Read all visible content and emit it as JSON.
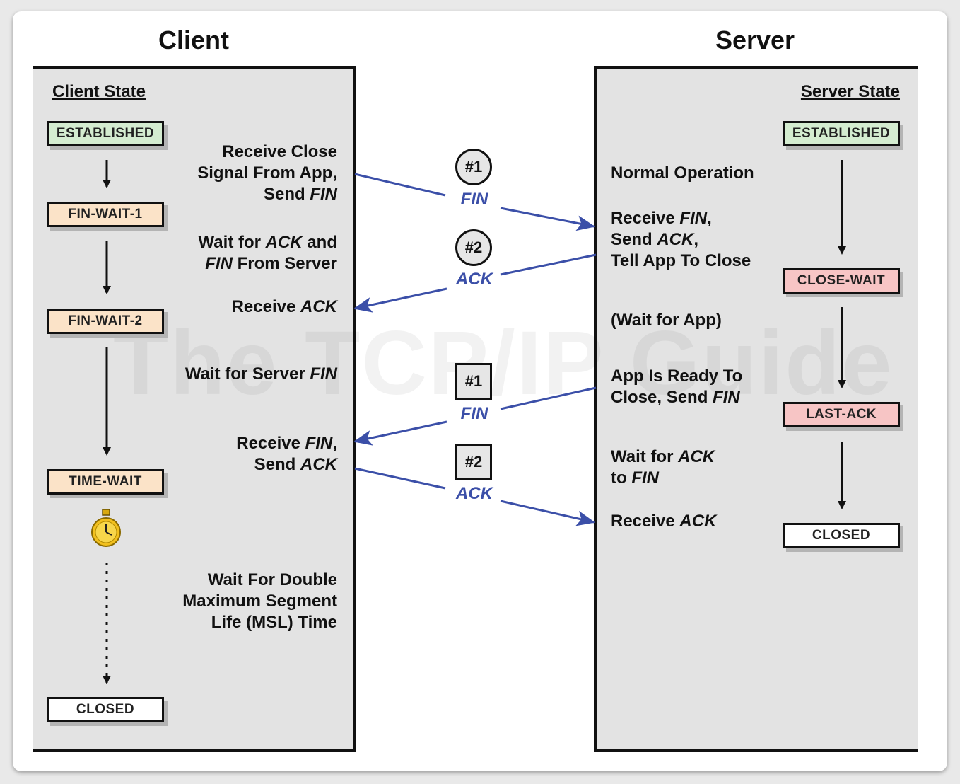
{
  "titles": {
    "client": "Client",
    "server": "Server"
  },
  "client": {
    "heading": "Client State",
    "states": {
      "established": "ESTABLISHED",
      "fin_wait_1": "FIN-WAIT-1",
      "fin_wait_2": "FIN-WAIT-2",
      "time_wait": "TIME-WAIT",
      "closed": "CLOSED"
    },
    "notes": {
      "receive_close_1": "Receive Close",
      "receive_close_2": "Signal From App,",
      "receive_close_3_pre": "Send ",
      "receive_close_3_em": "FIN",
      "wait_ack_1_pre": "Wait for ",
      "wait_ack_1_em": "ACK",
      "wait_ack_1_post": " and",
      "wait_ack_2_em": "FIN",
      "wait_ack_2_post": " From Server",
      "receive_ack_pre": "Receive ",
      "receive_ack_em": "ACK",
      "wait_server_fin_pre": "Wait for Server ",
      "wait_server_fin_em": "FIN",
      "receive_fin_1_pre": "Receive ",
      "receive_fin_1_em": "FIN",
      "receive_fin_1_post": ",",
      "receive_fin_2_pre": "Send ",
      "receive_fin_2_em": "ACK",
      "msl_1": "Wait For Double",
      "msl_2": "Maximum Segment",
      "msl_3": "Life (MSL) Time"
    }
  },
  "server": {
    "heading": "Server State",
    "states": {
      "established": "ESTABLISHED",
      "close_wait": "CLOSE-WAIT",
      "last_ack": "LAST-ACK",
      "closed": "CLOSED"
    },
    "notes": {
      "normal_op": "Normal Operation",
      "recv_fin_1_pre": "Receive ",
      "recv_fin_1_em": "FIN",
      "recv_fin_1_post": ",",
      "recv_fin_2_pre": "Send ",
      "recv_fin_2_em": "ACK",
      "recv_fin_2_post": ",",
      "recv_fin_3": "Tell App To Close",
      "wait_app": "(Wait for App)",
      "ready_1": "App Is Ready To",
      "ready_2_pre": "Close, Send ",
      "ready_2_em": "FIN",
      "wait_ack_1_pre": "Wait for ",
      "wait_ack_1_em": "ACK",
      "wait_ack_2_pre": "to ",
      "wait_ack_2_em": "FIN",
      "receive_ack_pre": "Receive ",
      "receive_ack_em": "ACK"
    }
  },
  "messages": [
    {
      "badge": "#1",
      "shape": "circle",
      "label": "FIN",
      "direction": "client-to-server"
    },
    {
      "badge": "#2",
      "shape": "circle",
      "label": "ACK",
      "direction": "server-to-client"
    },
    {
      "badge": "#1",
      "shape": "square",
      "label": "FIN",
      "direction": "server-to-client"
    },
    {
      "badge": "#2",
      "shape": "square",
      "label": "ACK",
      "direction": "client-to-server"
    }
  ],
  "watermark": "The TCP/IP Guide",
  "colors": {
    "arrow": "#3b4fa8",
    "panel": "#e3e3e3",
    "established": "#d4ecd0",
    "fin_wait": "#fbe3c8",
    "close_wait": "#f7c5c5",
    "closed": "#ffffff"
  },
  "icons": {
    "timer": "stopwatch-icon"
  }
}
